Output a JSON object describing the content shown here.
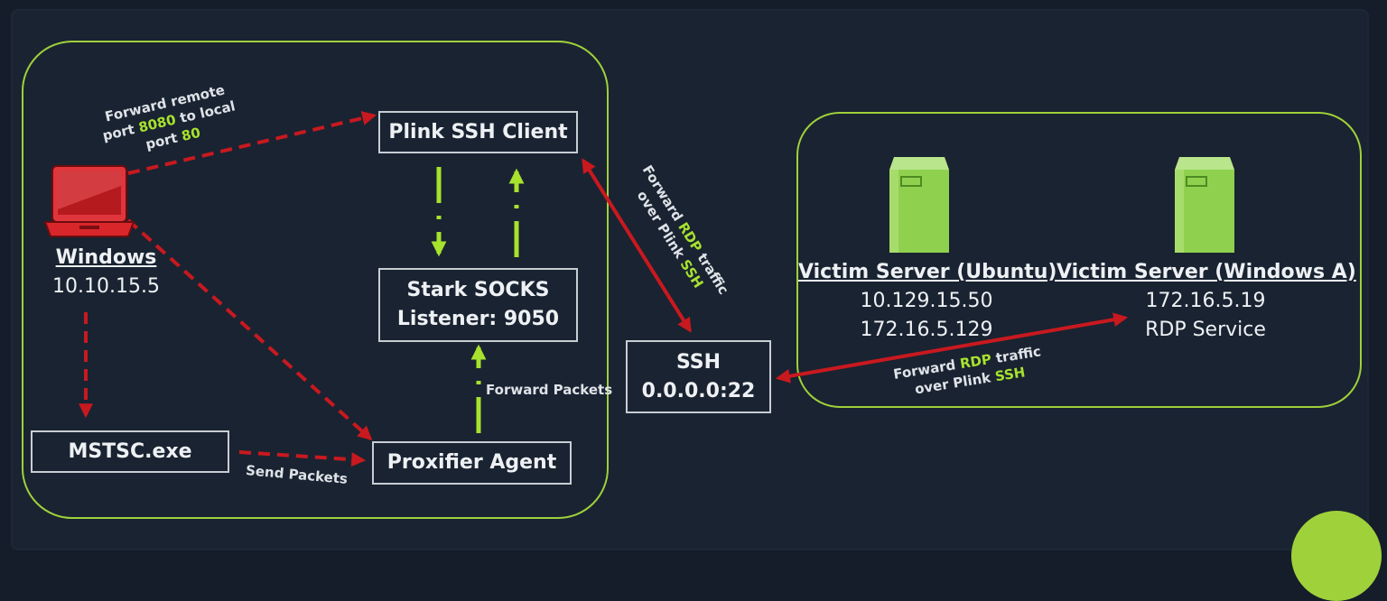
{
  "nodes": {
    "windows": {
      "title": "Windows",
      "ip": "10.10.15.5"
    },
    "plink": {
      "label": "Plink SSH Client"
    },
    "stark": {
      "line1": "Stark SOCKS",
      "line2": "Listener: 9050"
    },
    "proxifier": {
      "label": "Proxifier Agent"
    },
    "mstsc": {
      "label": "MSTSC.exe"
    },
    "ssh": {
      "line1": "SSH",
      "line2": "0.0.0.0:22"
    },
    "ubuntu": {
      "title": "Victim Server (Ubuntu)",
      "ip1": "10.129.15.50",
      "ip2": "172.16.5.129"
    },
    "windows_a": {
      "title": "Victim Server (Windows A)",
      "ip": "172.16.5.19",
      "service": "RDP Service"
    }
  },
  "annotations": {
    "forward_remote": {
      "line1": "Forward remote",
      "line2_pre": "port ",
      "line2_hl": "8080",
      "line2_post": " to local",
      "line3_pre": "port ",
      "line3_hl": "80"
    },
    "forward_packets": "Forward Packets",
    "send_packets": "Send Packets",
    "rdp_plink_1": {
      "line1_pre": "Forward ",
      "line1_hl": "RDP",
      "line1_post": " traffic",
      "line2_pre": "over Plink ",
      "line2_hl": "SSH"
    },
    "rdp_plink_2": {
      "line1_pre": "Forward ",
      "line1_hl": "RDP",
      "line1_post": " traffic",
      "line2_pre": "over Plink ",
      "line2_hl": "SSH"
    }
  },
  "colors": {
    "background": "#1a2331",
    "group_border": "#9fd13a",
    "red_arrow": "#c8191f",
    "green_arrow": "#a6e22e",
    "highlight": "#a6e22e",
    "server": "#8fd14f",
    "laptop": "#d9262b"
  },
  "icons": {
    "windows": "laptop-icon",
    "ubuntu": "server-icon",
    "windows_a": "server-icon"
  }
}
